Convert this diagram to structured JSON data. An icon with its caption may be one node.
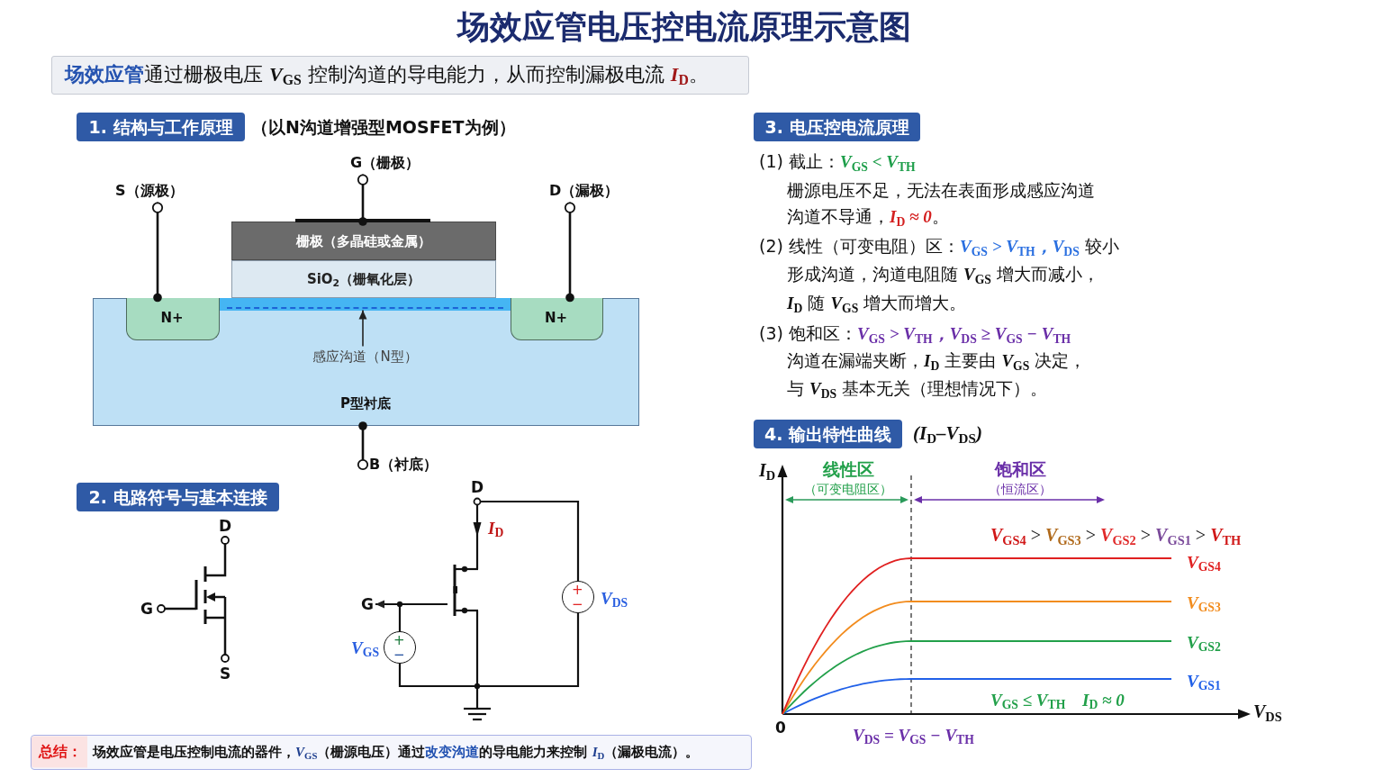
{
  "diagram": {
    "title": "场效应管电压控电流原理示意图",
    "nodes": [
      {
        "text": [
          "**场效应管**通过栅极电压 **V$_{GS}$** 控制沟道的导电能力，从而控制漏极电流 **I$_{D}$**。"
        ]
      },
      {
        "text": [
          "1. 结构与工作原理"
        ],
        "beside": [
          "（以N沟道增强型MOSFET为例）"
        ]
      },
      {
        "text": [
          "G（栅极）"
        ]
      },
      {
        "text": [
          "S（源极）"
        ]
      },
      {
        "text": [
          "D（漏极）"
        ]
      },
      {
        "text": [
          "栅极（多晶硅或金属）"
        ]
      },
      {
        "text": [
          "SiO$_{2}$（栅氧化层）"
        ]
      },
      {
        "text": [
          "P型衬底"
        ]
      },
      {
        "text": [
          "N+"
        ],
        "in": 7
      },
      {
        "text": [],
        "shape": "bar",
        "in": 7
      },
      {
        "text": [
          "N+"
        ],
        "in": 7
      },
      {
        "text": [
          "感应沟道（N型）"
        ],
        "in": 7
      },
      {
        "text": [
          "B（衬底）"
        ]
      },
      {
        "text": [
          "2. 电路符号与基本连接"
        ]
      },
      {
        "text": [
          "G"
        ]
      },
      {
        "text": [
          "+",
          "−"
        ],
        "beside": [
          "V$_{DS}$"
        ]
      },
      {
        "text": [
          "+",
          "−"
        ],
        "beside": [
          "V$_{GS}$"
        ]
      },
      {
        "text": [
          "3. 电压控电流原理"
        ]
      },
      {
        "text": [
          "4. 输出特性曲线"
        ],
        "beside": [
          "(I$_{D}$–V$_{DS}$)"
        ]
      },
      {
        "text": [
          "总结：",
          "场效应管是电压控制电流的器件，**V$_{GS}$**（栅源电压）通过**改变沟道**的导电能力来控制 **I$_{D}$**（漏极电流）。"
        ]
      }
    ],
    "edges": [
      {
        "from": 3,
        "to": 8,
        "arrow": "other"
      },
      {
        "from": 2,
        "to": 5,
        "arrow": "other"
      },
      {
        "from": 4,
        "to": 10,
        "arrow": "other"
      },
      {
        "from": 12,
        "to": 7,
        "arrow": "other"
      },
      {
        "from": 11,
        "to": 9,
        "arrow": "to"
      },
      {
        "from": 16,
        "to": 14,
        "arrow": "to"
      },
      {
        "from": 16,
        "to": 15,
        "arrow": "none"
      }
    ],
    "labels": [
      "D",
      "G",
      "S",
      "D",
      "I$_{D}$",
      "(1) 截止：**V$_{GS}$ < V$_{TH}$**",
      "栅源电压不足，无法在表面形成感应沟道",
      "沟道不导通，**I$_{D}$ ≈ 0**。",
      "(2) 线性（可变电阻）区：**V$_{GS}$ > V$_{TH}$，V$_{DS}$** 较小",
      "形成沟道，沟道电阻随 **V$_{GS}$** 增大而减小，",
      "**I$_{D}$** 随 **V$_{GS}$** 增大而增大。",
      "(3) 饱和区：**V$_{GS}$ > V$_{TH}$，V$_{DS}$ ≥ V$_{GS}$ − V$_{TH}$**",
      "沟道在漏端夹断，**I$_{D}$** 主要由 **V$_{GS}$** 决定，",
      "与 **V$_{DS}$** 基本无关（理想情况下）。",
      "I$_{D}$",
      "线性区",
      "（可变电阻区）",
      "饱和区",
      "（恒流区）",
      "**V$_{GS4}$** > **V$_{GS3}$** > **V$_{GS2}$** > **V$_{GS1}$** > **V$_{TH}$**",
      "V$_{GS4}$",
      "V$_{GS3}$",
      "V$_{GS2}$",
      "V$_{GS1}$",
      "V$_{GS}$ ≤ V$_{TH}$",
      "I$_{D}$ ≈ 0",
      "V$_{DS}$",
      "0",
      "V$_{DS}$ = V$_{GS}$ − V$_{TH}$"
    ]
  }
}
